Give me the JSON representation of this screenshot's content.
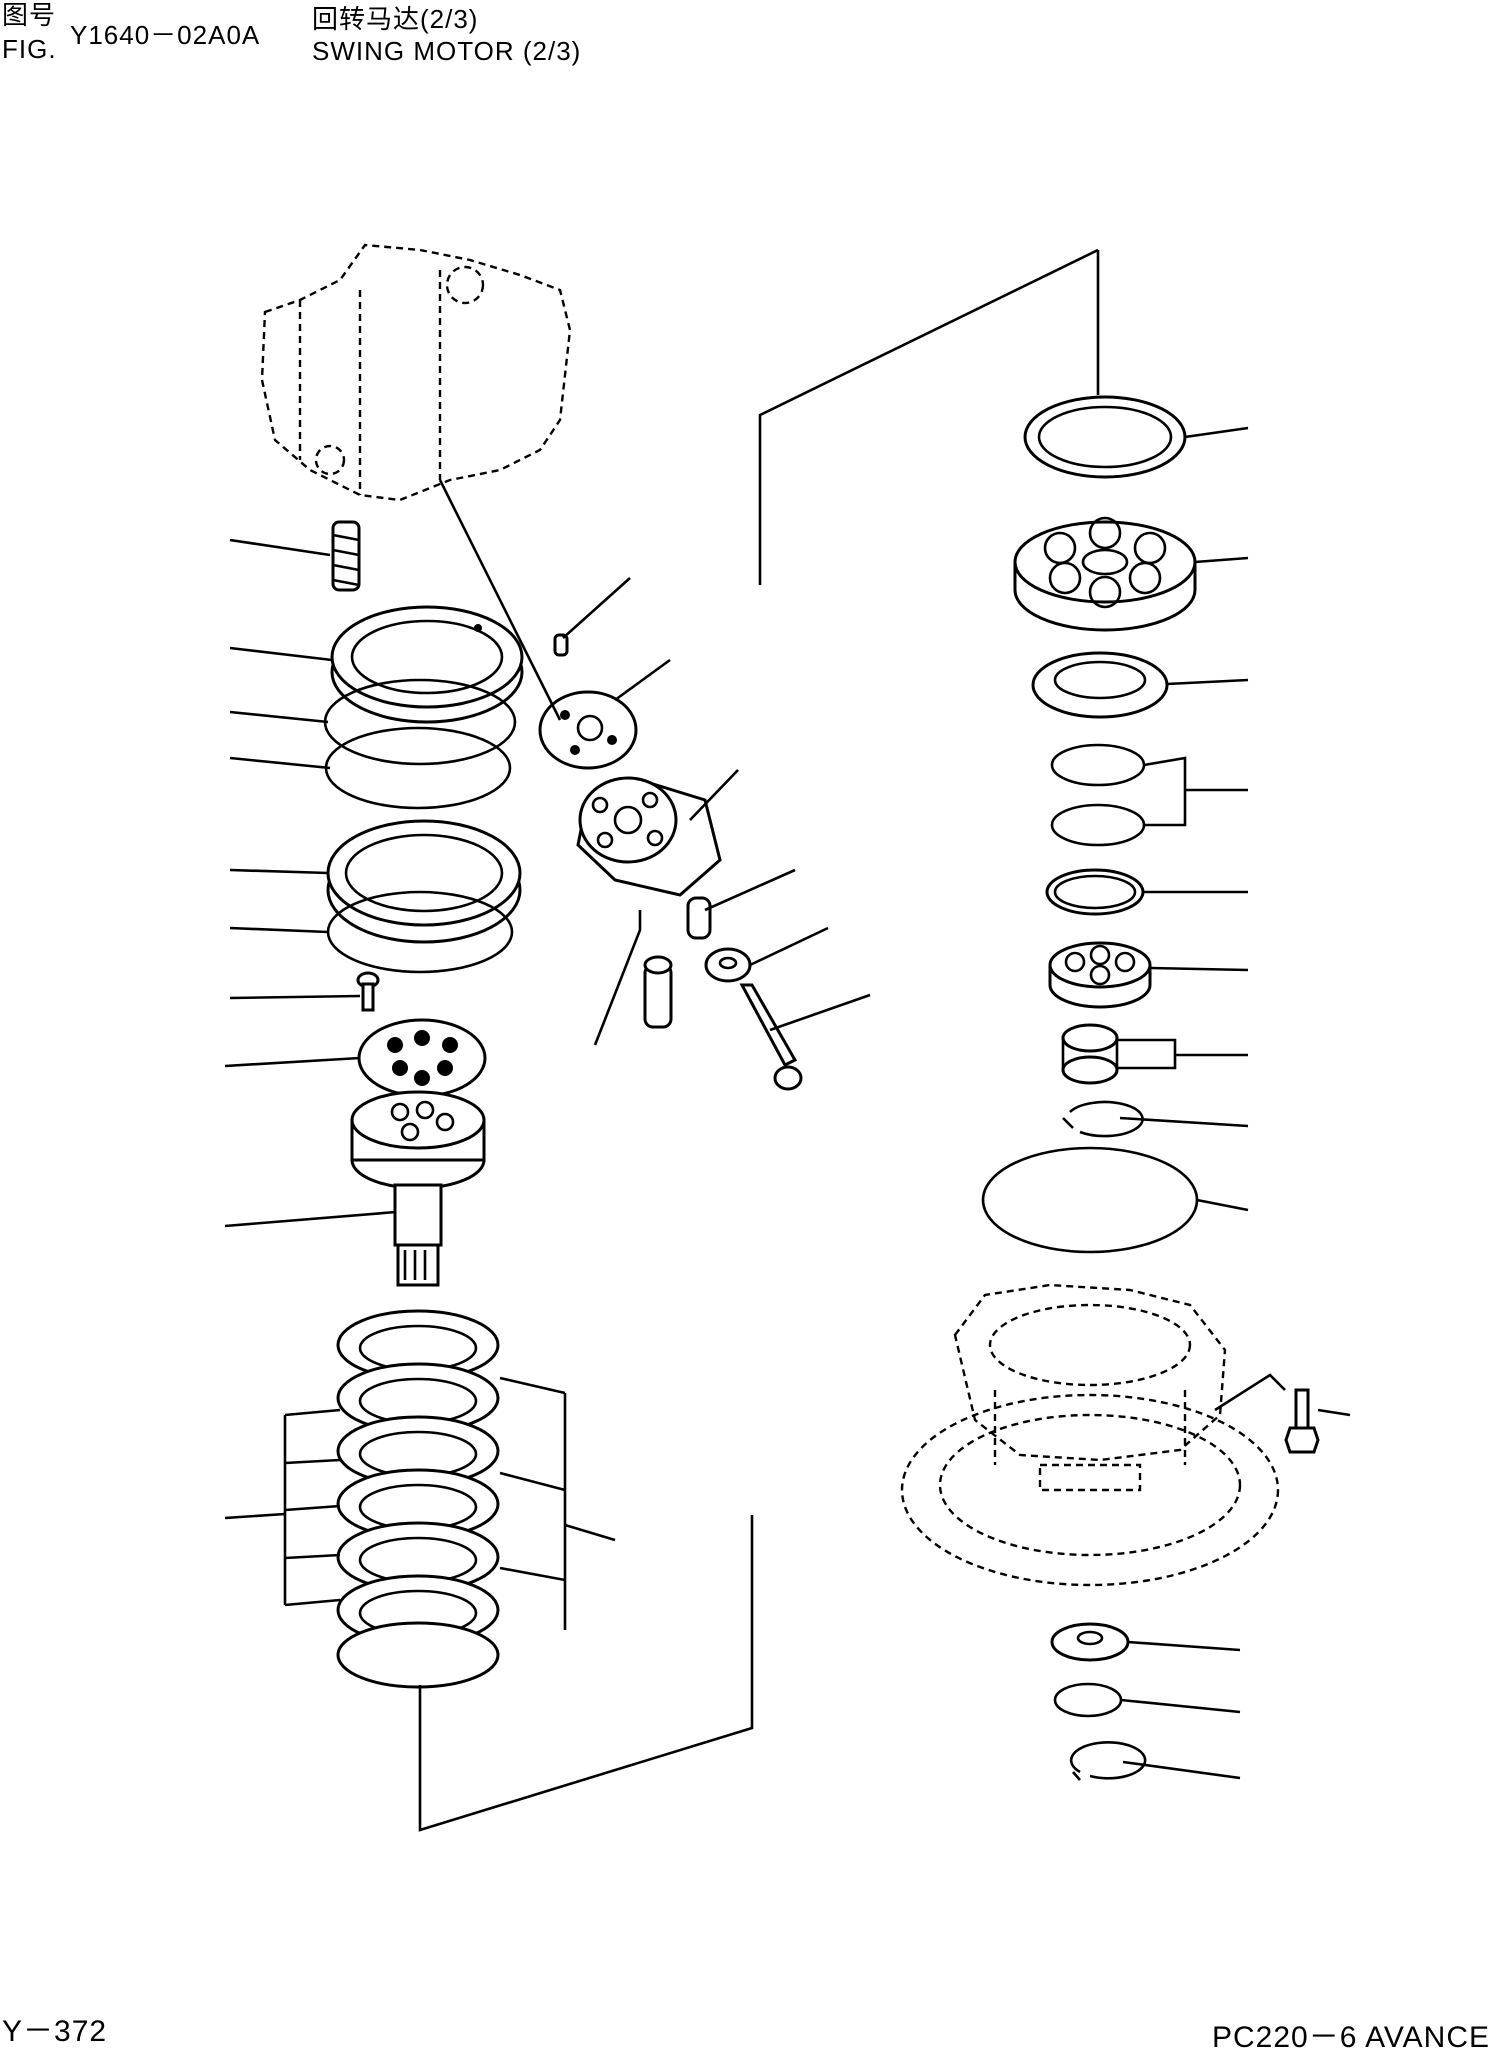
{
  "header": {
    "fig_cn_label": "图号",
    "fig_en_label": "FIG.",
    "fig_number": "Y1640－02A0A",
    "title_cn": "回转马达(2/3)",
    "title_en": "SWING MOTOR (2/3)"
  },
  "footer": {
    "page_code": "Y－372",
    "model": "PC220－6 AVANCE"
  }
}
